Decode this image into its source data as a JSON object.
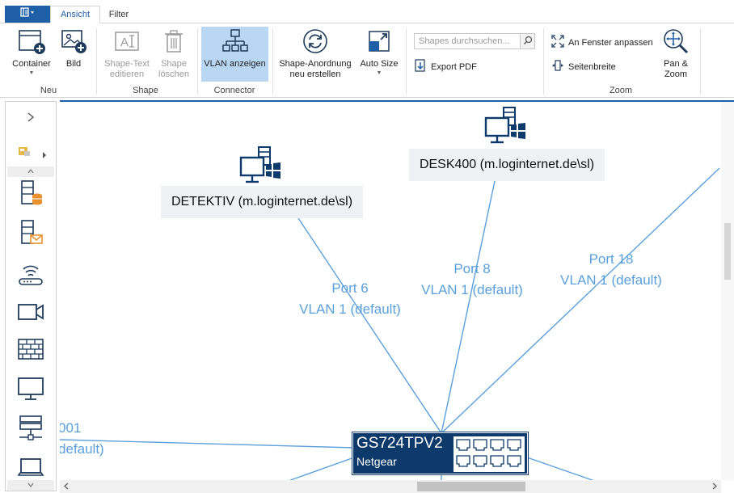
{
  "ribbon": {
    "file_icon": "menu-list-icon",
    "tabs": [
      {
        "label": "Ansicht",
        "active": true
      },
      {
        "label": "Filter",
        "active": false
      }
    ],
    "groups": {
      "neu": {
        "label": "Neu",
        "container": {
          "label": "Container",
          "icon": "container-add-icon"
        },
        "bild": {
          "label": "Bild",
          "icon": "image-add-icon"
        }
      },
      "shape": {
        "label": "Shape",
        "edit_text": {
          "label": "Shape-Text\neditieren",
          "icon": "text-edit-icon",
          "enabled": false
        },
        "delete": {
          "label": "Shape\nlöschen",
          "icon": "trash-icon",
          "enabled": false
        }
      },
      "connector": {
        "label": "Connector",
        "vlan": {
          "label": "VLAN anzeigen",
          "icon": "hierarchy-icon",
          "active": true
        }
      },
      "layout": {
        "rearrange": {
          "label": "Shape-Anordnung\nneu erstellen",
          "icon": "refresh-icon"
        },
        "autosize": {
          "label": "Auto Size",
          "icon": "resize-icon"
        },
        "search": {
          "placeholder": "Shapes durchsuchen..."
        },
        "export_pdf": {
          "label": "Export PDF",
          "icon": "pdf-export-icon"
        }
      },
      "zoom": {
        "label": "Zoom",
        "fit_window": {
          "label": "An Fenster anpassen",
          "icon": "fit-window-icon"
        },
        "page_width": {
          "label": "Seitenbreite",
          "icon": "page-width-icon"
        },
        "pan_zoom": {
          "label": "Pan &\nZoom",
          "icon": "pan-zoom-icon"
        }
      }
    }
  },
  "toolbox": {
    "items": [
      {
        "name": "database-server-icon"
      },
      {
        "name": "mail-server-icon"
      },
      {
        "name": "wifi-router-icon"
      },
      {
        "name": "camera-icon"
      },
      {
        "name": "firewall-icon"
      },
      {
        "name": "monitor-icon"
      },
      {
        "name": "network-server-icon"
      },
      {
        "name": "laptop-icon"
      }
    ]
  },
  "diagram": {
    "nodes": {
      "detektiv": {
        "label": "DETEKTIV (m.loginternet.de\\sl)",
        "icon": "windows-workstation-icon"
      },
      "desk400": {
        "label": "DESK400 (m.loginternet.de\\sl)",
        "icon": "windows-workstation-icon"
      },
      "switch": {
        "name": "GS724TPV2",
        "vendor": "Netgear",
        "icon": "switch-ports-icon"
      }
    },
    "edges": {
      "port6": {
        "port": "Port 6",
        "vlan": "VLAN 1 (default)"
      },
      "port8": {
        "port": "Port 8",
        "vlan": "VLAN 1 (default)"
      },
      "port18": {
        "port": "Port 18",
        "vlan": "VLAN 1 (default)"
      },
      "partial": {
        "port": "001",
        "vlan": "default)"
      }
    },
    "colors": {
      "edge": "#5aa0dc",
      "node_fill": "#0d3a6b",
      "label_bg": "#eef2f5",
      "accent": "#1f5fa8"
    }
  }
}
